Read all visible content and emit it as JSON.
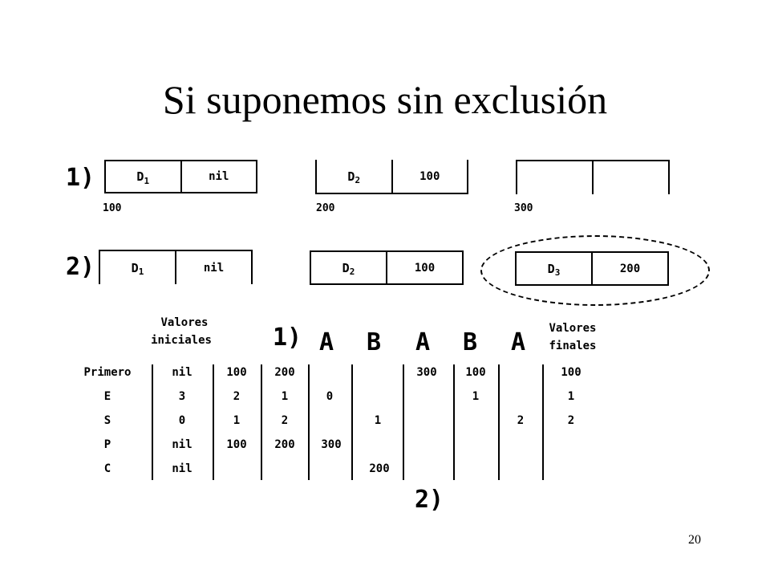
{
  "slide": {
    "title": "Si suponemos sin exclusión",
    "page_number": "20"
  },
  "diagram": {
    "step1": {
      "label": "1)",
      "nodes": [
        {
          "data": "D",
          "data_sub": "1",
          "next": "nil",
          "address": "100"
        },
        {
          "data": "D",
          "data_sub": "2",
          "next": "100",
          "address": "200"
        },
        {
          "data": "",
          "data_sub": "",
          "next": "",
          "address": "300"
        }
      ]
    },
    "step2": {
      "label": "2)",
      "nodes": [
        {
          "data": "D",
          "data_sub": "1",
          "next": "nil"
        },
        {
          "data": "D",
          "data_sub": "2",
          "next": "100"
        },
        {
          "data": "D",
          "data_sub": "3",
          "next": "200",
          "highlighted": true
        }
      ]
    }
  },
  "trace_table": {
    "initial_header": [
      "Valores",
      "iniciales"
    ],
    "final_header": [
      "Valores",
      "finales"
    ],
    "sequence_label_top": "1)",
    "sequence_label_bottom": "2)",
    "operations": [
      "A",
      "B",
      "A",
      "B",
      "A"
    ],
    "rows": [
      {
        "name": "Primero",
        "initial": "nil",
        "final": "100"
      },
      {
        "name": "E",
        "initial": "3",
        "final": "1"
      },
      {
        "name": "S",
        "initial": "0",
        "final": "2"
      },
      {
        "name": "P",
        "initial": "nil",
        "final": ""
      },
      {
        "name": "C",
        "initial": "nil",
        "final": ""
      }
    ],
    "cells": {
      "primero": [
        "100",
        "200",
        "300",
        "100"
      ],
      "e": [
        "2",
        "1",
        "0",
        "1"
      ],
      "s": [
        "1",
        "2",
        "1",
        "2"
      ],
      "p": [
        "100",
        "200",
        "300"
      ],
      "c": [
        "200"
      ]
    }
  }
}
